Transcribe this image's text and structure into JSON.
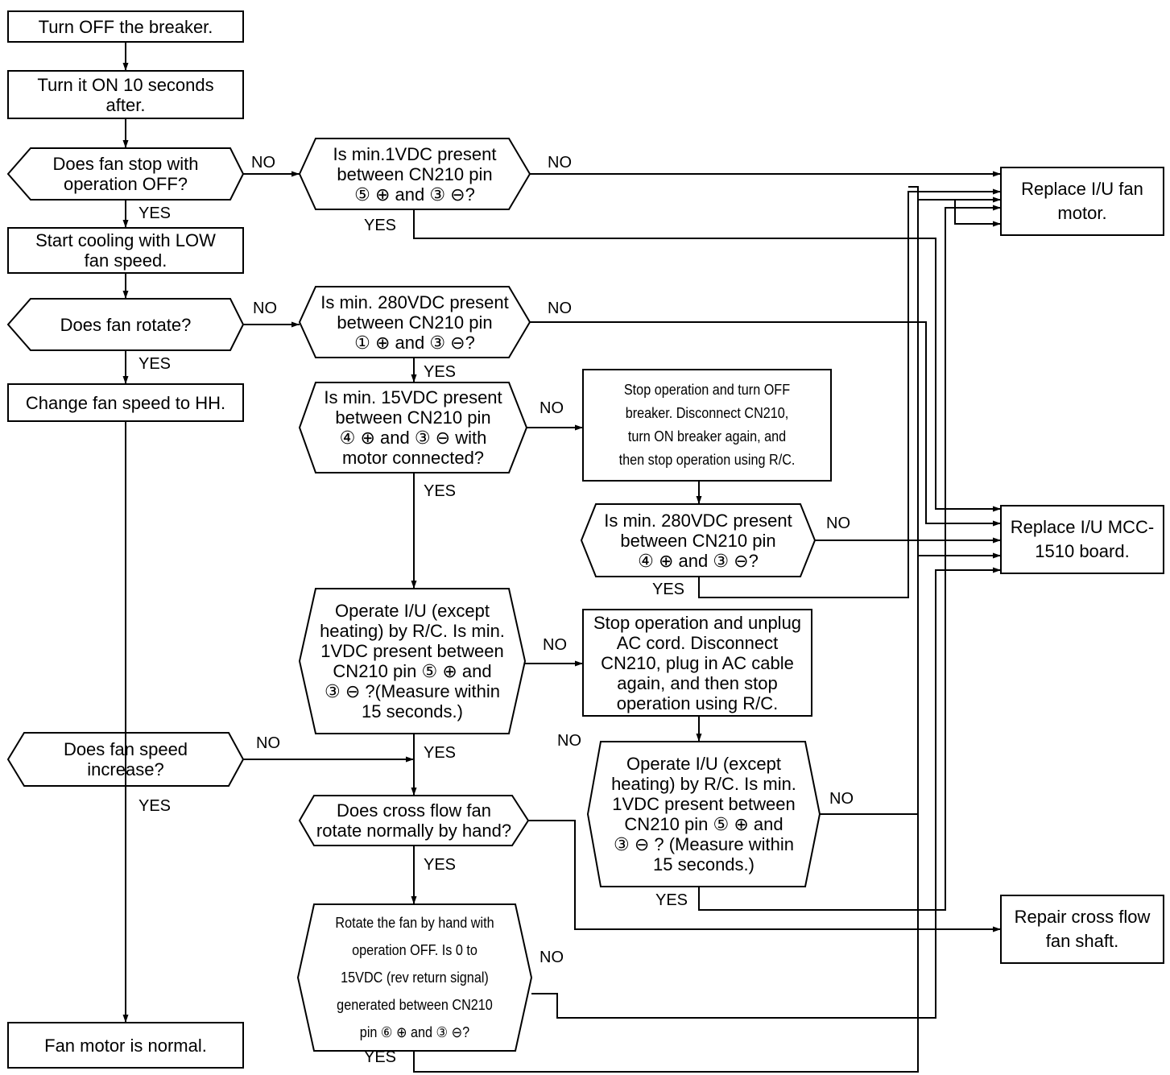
{
  "nodes": {
    "turn_off_breaker": "Turn OFF the breaker.",
    "turn_on_after": "Turn it ON 10 seconds\nafter.",
    "q_fan_stop": "Does fan stop with\noperation OFF?",
    "q_1vdc_5_3": "Is min.1VDC present\nbetween CN210 pin\n⑤ ⊕ and ③ ⊖?",
    "start_cooling": "Start cooling with LOW\nfan speed.",
    "q_fan_rotate": "Does fan rotate?",
    "q_280vdc_1_3": "Is min. 280VDC present\nbetween CN210 pin\n① ⊕ and ③ ⊖?",
    "change_speed": "Change fan speed to HH.",
    "q_15vdc_4_3": "Is min. 15VDC present\nbetween CN210 pin\n④ ⊕ and ③ ⊖ with\nmotor connected?",
    "stop_disconnect": "Stop operation and turn OFF\nbreaker. Disconnect CN210,\nturn ON breaker again, and\nthen stop operation using R/C.",
    "q_280vdc_4_3": "Is min. 280VDC present\nbetween CN210 pin\n④ ⊕ and ③ ⊖?",
    "q_operate_1": "Operate I/U (except\nheating) by R/C. Is min.\n1VDC present between\nCN210 pin ⑤ ⊕ and\n③ ⊖ ?(Measure within\n15 seconds.)",
    "stop_unplug": "Stop operation and unplug\nAC cord. Disconnect\nCN210, plug in AC cable\nagain, and then stop\noperation using R/C.",
    "q_operate_2": "Operate I/U (except\nheating) by R/C. Is min.\n1VDC present between\nCN210 pin ⑤ ⊕ and\n③ ⊖ ? (Measure within\n15 seconds.)",
    "q_speed_increase": "Does fan speed\nincrease?",
    "q_cross_flow": "Does cross flow fan\nrotate normally by hand?",
    "q_rotate_hand": "Rotate the fan by hand with\noperation OFF. Is 0 to\n15VDC (rev return signal)\ngenerated between CN210\npin ⑥ ⊕ and ③ ⊖?",
    "normal": "Fan motor is normal.",
    "replace_motor": "Replace I/U fan\nmotor.",
    "replace_board": "Replace I/U MCC-\n1510 board.",
    "repair_shaft": "Repair cross flow\nfan shaft."
  },
  "labels": {
    "no": "NO",
    "yes": "YES"
  }
}
